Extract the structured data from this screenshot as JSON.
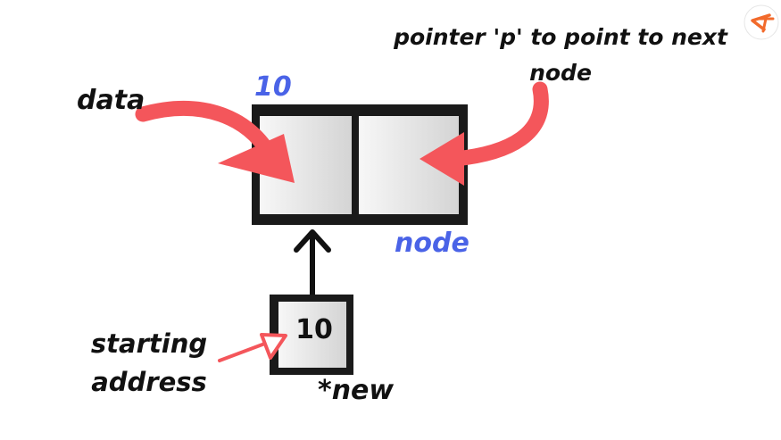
{
  "labels": {
    "data": "data",
    "pointer": "pointer 'p' to point to next node",
    "node_value": "10",
    "node": "node",
    "starting_address": "starting address",
    "pointer_value": "10",
    "pointer_var": "*new"
  },
  "colors": {
    "arrow_red": "#f4565b",
    "label_blue": "#4a63e7",
    "box_border": "#1a1a1a",
    "logo_orange": "#f26a2b"
  },
  "icons": {
    "logo": "brand-logo-icon"
  }
}
